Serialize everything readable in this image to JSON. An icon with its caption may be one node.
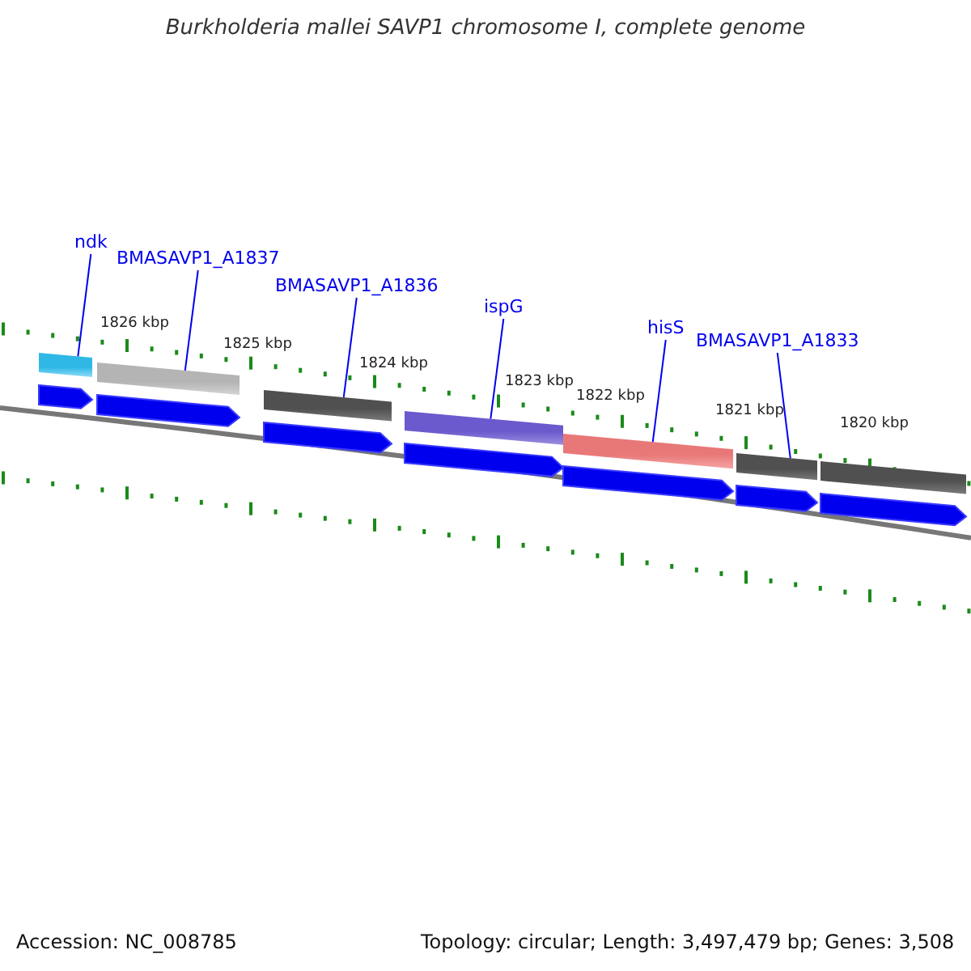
{
  "diagram": {
    "title": "Burkholderia mallei SAVP1 chromosome I, complete genome",
    "nodes": [
      {
        "text": [
          "ndk"
        ]
      },
      {
        "text": [
          "BMASAVP1_A1837"
        ]
      },
      {
        "text": [
          "BMASAVP1_A1836"
        ]
      },
      {
        "text": [
          "ispG"
        ]
      },
      {
        "text": [
          "hisS"
        ]
      },
      {
        "text": [
          "BMASAVP1_A1833"
        ]
      },
      {
        "text": [],
        "shape": "bar"
      },
      {
        "text": [],
        "shape": "bar"
      },
      {
        "text": [],
        "shape": "bar"
      },
      {
        "text": [],
        "shape": "bar"
      },
      {
        "text": [],
        "shape": "bar"
      },
      {
        "text": [],
        "shape": "bar"
      },
      {
        "text": [],
        "shape": "bar"
      },
      {
        "text": [],
        "shape": "pentagon"
      },
      {
        "text": [],
        "shape": "pentagon"
      },
      {
        "text": [],
        "shape": "pentagon"
      },
      {
        "text": [],
        "shape": "pentagon"
      },
      {
        "text": [],
        "shape": "pentagon"
      },
      {
        "text": [],
        "shape": "pentagon"
      },
      {
        "text": [],
        "shape": "pentagon"
      }
    ],
    "edges": [
      {
        "from": 0,
        "to": 6,
        "arrow": "none"
      },
      {
        "from": 1,
        "to": 7,
        "arrow": "none"
      },
      {
        "from": 2,
        "to": 8,
        "arrow": "none"
      },
      {
        "from": 3,
        "to": 9,
        "arrow": "none"
      },
      {
        "from": 4,
        "to": 10,
        "arrow": "none"
      },
      {
        "from": 5,
        "to": 11,
        "arrow": "none"
      }
    ],
    "labels": [
      "1826 kbp",
      "1825 kbp",
      "1824 kbp",
      "1823 kbp",
      "1822 kbp",
      "1821 kbp",
      "1820 kbp",
      "Accession: NC_008785",
      "Topology: circular; Length: 3,497,479 bp; Genes: 3,508"
    ]
  }
}
